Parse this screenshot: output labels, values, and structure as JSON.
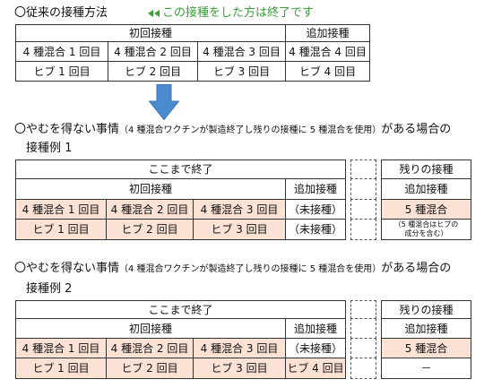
{
  "conventional": {
    "heading": "〇従来の接種方法",
    "note": "この接種をした方は終了です",
    "note_icon": "double-left-triangle-icon",
    "initial_header": "初回接種",
    "booster_header": "追加接種",
    "rows": [
      [
        "4 種混合 1 回目",
        "4 種混合 2 回目",
        "4 種混合 3 回目",
        "4 種混合 4 回目"
      ],
      [
        "ヒブ 1 回目",
        "ヒブ 2 回目",
        "ヒブ 3 回目",
        "ヒブ 4 回目"
      ]
    ]
  },
  "transition_arrow_icon": "down-arrow-icon",
  "examples": [
    {
      "heading_main": "〇やむを得ない事情",
      "heading_paren": "（4 種混合ワクチンが製造終了し残りの接種に 5 種混合を使用）",
      "heading_tail": "がある場合の",
      "label": "接種例 1",
      "done_header": "ここまで終了",
      "initial_header": "初回接種",
      "booster_header": "追加接種",
      "remaining_header": "残りの接種",
      "remaining_booster_header": "追加接種",
      "rows": [
        {
          "cells": [
            {
              "text": "4 種混合 1 回目",
              "highlighted": true
            },
            {
              "text": "4 種混合 2 回目",
              "highlighted": true
            },
            {
              "text": "4 種混合 3 回目",
              "highlighted": true
            },
            {
              "text": "（未接種）",
              "highlighted": false
            }
          ],
          "remaining": {
            "text": "5 種混合",
            "highlighted": true
          }
        },
        {
          "cells": [
            {
              "text": "ヒブ 1 回目",
              "highlighted": true
            },
            {
              "text": "ヒブ 2 回目",
              "highlighted": true
            },
            {
              "text": "ヒブ 3 回目",
              "highlighted": true
            },
            {
              "text": "（未接種）",
              "highlighted": false
            }
          ],
          "remaining": {
            "text": "（5 種混合はヒブの\n成分を含む）",
            "highlighted": false
          }
        }
      ]
    },
    {
      "heading_main": "〇やむを得ない事情",
      "heading_paren": "（4 種混合ワクチンが製造終了し残りの接種に 5 種混合を使用）",
      "heading_tail": "がある場合の",
      "label": "接種例 2",
      "done_header": "ここまで終了",
      "initial_header": "初回接種",
      "booster_header": "追加接種",
      "remaining_header": "残りの接種",
      "remaining_booster_header": "追加接種",
      "rows": [
        {
          "cells": [
            {
              "text": "4 種混合 1 回目",
              "highlighted": true
            },
            {
              "text": "4 種混合 2 回目",
              "highlighted": true
            },
            {
              "text": "4 種混合 3 回目",
              "highlighted": true
            },
            {
              "text": "（未接種）",
              "highlighted": false
            }
          ],
          "remaining": {
            "text": "5 種混合",
            "highlighted": true
          }
        },
        {
          "cells": [
            {
              "text": "ヒブ 1 回目",
              "highlighted": true
            },
            {
              "text": "ヒブ 2 回目",
              "highlighted": true
            },
            {
              "text": "ヒブ 3 回目",
              "highlighted": true
            },
            {
              "text": "ヒブ 4 回目",
              "highlighted": true
            }
          ],
          "remaining": {
            "text": "－",
            "highlighted": false
          }
        }
      ]
    }
  ],
  "colors": {
    "highlight": "#fbe2d4",
    "note_text": "#3a9d3a",
    "arrow": "#4a8bd0",
    "arrow_edge": "#3a72b4",
    "border": "#333333",
    "text": "#111111"
  }
}
